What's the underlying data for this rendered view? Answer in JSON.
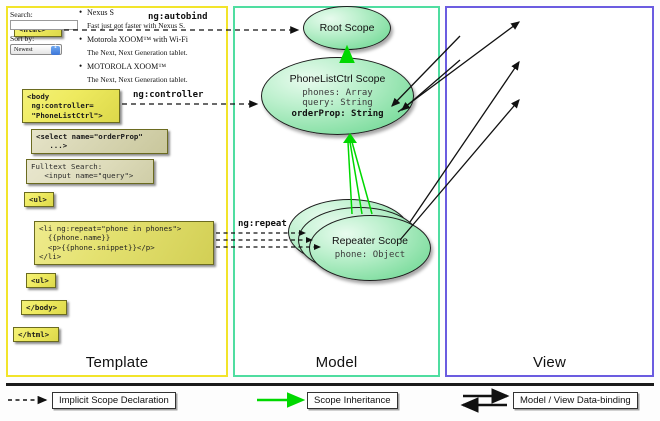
{
  "columns": [
    {
      "key": "template",
      "label": "Template",
      "border_color": "#f2e42a"
    },
    {
      "key": "model",
      "label": "Model",
      "border_color": "#4fdda0"
    },
    {
      "key": "view",
      "label": "View",
      "border_color": "#6b5ce0"
    }
  ],
  "template": {
    "boxes": [
      {
        "name": "html-open",
        "text": "<html>"
      },
      {
        "name": "body-open",
        "text": "<body\n ng:controller=\n \"PhoneListCtrl\">"
      },
      {
        "name": "select",
        "text": "<select name=\"orderProp\"\n   ...>"
      },
      {
        "name": "fulltext",
        "text": "Fulltext Search:\n   <input name=\"query\">"
      },
      {
        "name": "ul-open",
        "text": "<ul>"
      },
      {
        "name": "li-repeat",
        "text": "<li ng:repeat=\"phone in phones\">\n  {{phone.name}}\n  <p>{{phone.snippet}}</p>\n</li>"
      },
      {
        "name": "ul-close",
        "text": "<ul>"
      },
      {
        "name": "body-close",
        "text": "</body>"
      },
      {
        "name": "html-close",
        "text": "</html>"
      }
    ]
  },
  "model": {
    "scopes": [
      {
        "name": "root-scope",
        "title": "Root\nScope",
        "props": ""
      },
      {
        "name": "phonelistctrl-scope",
        "title": "PhoneListCtrl\nScope",
        "props": "phones: Array\nquery: String",
        "props_bold": "orderProp: String"
      },
      {
        "name": "repeater-scope",
        "title": "Repeater\nScope",
        "props": "phone: Object"
      }
    ]
  },
  "view": {
    "search_label": "Search:",
    "search_value": "",
    "sort_label": "Sort by:",
    "sort_selected": "Newest",
    "phones": [
      {
        "name": "Nexus S",
        "snippet": "Fast just got faster with Nexus S."
      },
      {
        "name": "Motorola XOOM™ with Wi-Fi",
        "snippet": "The Next, Next Generation tablet."
      },
      {
        "name": "MOTOROLA XOOM™",
        "snippet": "The Next, Next Generation tablet."
      }
    ]
  },
  "connectors": [
    {
      "name": "ng-autobind",
      "label": "ng:autobind"
    },
    {
      "name": "ng-controller",
      "label": "ng:controller"
    },
    {
      "name": "ng-repeat",
      "label": "ng:repeat"
    }
  ],
  "legend": [
    {
      "name": "implicit-scope-declaration",
      "label": "Implicit Scope Declaration",
      "marker": "dashed-arrow",
      "color": "#1a1a1a"
    },
    {
      "name": "scope-inheritance",
      "label": "Scope Inheritance",
      "marker": "green-arrow",
      "color": "#00d800"
    },
    {
      "name": "model-view-data-binding",
      "label": "Model / View Data-binding",
      "marker": "double-arrow",
      "color": "#1a1a1a"
    }
  ]
}
